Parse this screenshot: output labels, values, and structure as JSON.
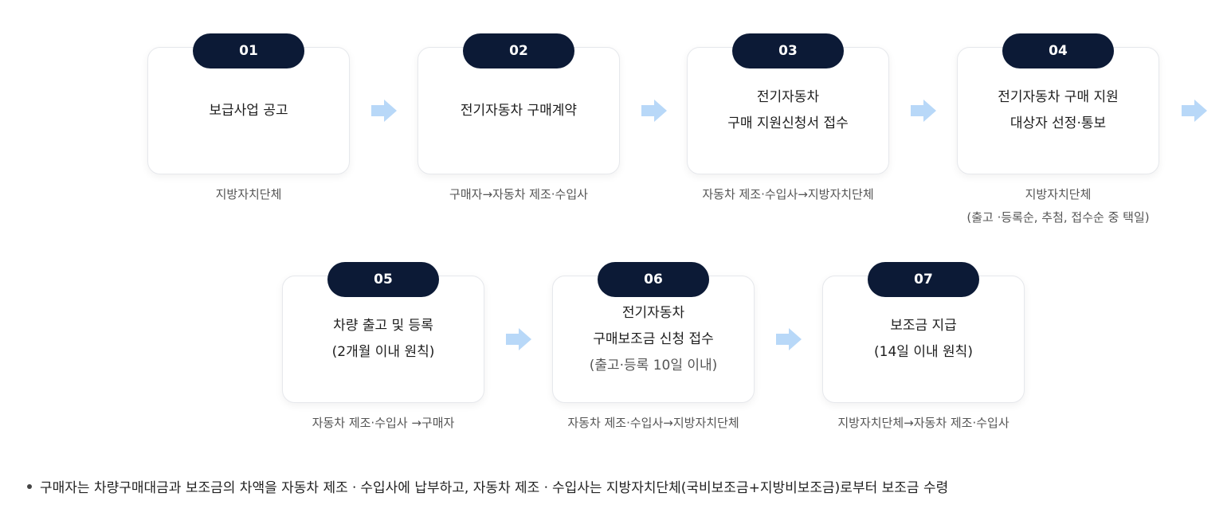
{
  "steps": [
    {
      "num": "01",
      "title": [
        "보급사업 공고"
      ],
      "sub": "",
      "caption": [
        "지방자치단체"
      ]
    },
    {
      "num": "02",
      "title": [
        "전기자동차 구매계약"
      ],
      "sub": "",
      "caption": [
        "구매자→자동차 제조·수입사"
      ]
    },
    {
      "num": "03",
      "title": [
        "전기자동차",
        "구매 지원신청서 접수"
      ],
      "sub": "",
      "caption": [
        "자동차 제조·수입사→지방자치단체"
      ]
    },
    {
      "num": "04",
      "title": [
        "전기자동차 구매 지원",
        "대상자 선정·통보"
      ],
      "sub": "",
      "caption": [
        "지방자치단체",
        "(출고 ·등록순, 추첨, 접수순 중 택일)"
      ]
    },
    {
      "num": "05",
      "title": [
        "차량 출고 및 등록",
        "(2개월 이내 원칙)"
      ],
      "sub": "",
      "caption": [
        "자동차 제조·수입사 →구매자"
      ]
    },
    {
      "num": "06",
      "title": [
        "전기자동차",
        "구매보조금 신청 접수"
      ],
      "sub": "(출고·등록 10일 이내)",
      "caption": [
        "자동차 제조·수입사→지방자치단체"
      ]
    },
    {
      "num": "07",
      "title": [
        "보조금 지급",
        "(14일 이내 원칙)"
      ],
      "sub": "",
      "caption": [
        "지방자치단체→자동차 제조·수입사"
      ]
    }
  ],
  "note": "구매자는 차량구매대금과 보조금의 차액을 자동차 제조ㆍ수입사에 납부하고, 자동차 제조ㆍ수입사는 지방자치단체(국비보조금+지방비보조금)로부터 보조금 수령",
  "colors": {
    "badge": "#0c1a36",
    "arrow": "#b8d8f8"
  }
}
